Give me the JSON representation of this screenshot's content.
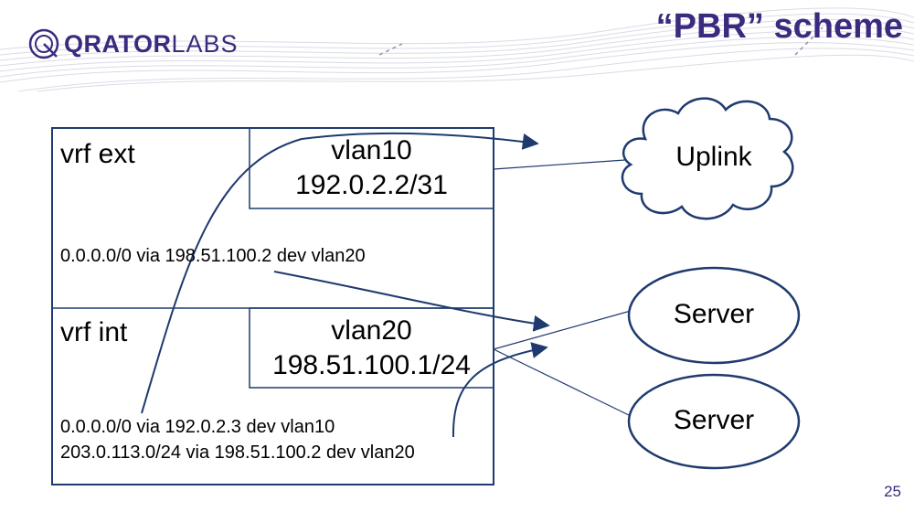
{
  "header": {
    "logo": {
      "bold": "QRATOR",
      "light": "LABS"
    },
    "title": "“PBR” scheme",
    "page_number": "25"
  },
  "colors": {
    "brand": "#3b2a7e",
    "line": "#1f3a6e",
    "arrow": "#1f3a6e",
    "swirl": "#d9dbe6"
  },
  "router": {
    "vrf_ext": {
      "label": "vrf ext",
      "iface_name": "vlan10",
      "iface_addr": "192.0.2.2/31",
      "routes": [
        "0.0.0.0/0 via 198.51.100.2 dev vlan20"
      ]
    },
    "vrf_int": {
      "label": "vrf int",
      "iface_name": "vlan20",
      "iface_addr": "198.51.100.1/24",
      "routes": [
        "0.0.0.0/0 via 192.0.2.3 dev vlan10",
        "203.0.113.0/24 via 198.51.100.2 dev vlan20"
      ]
    }
  },
  "nodes": {
    "uplink": "Uplink",
    "server1": "Server",
    "server2": "Server"
  }
}
